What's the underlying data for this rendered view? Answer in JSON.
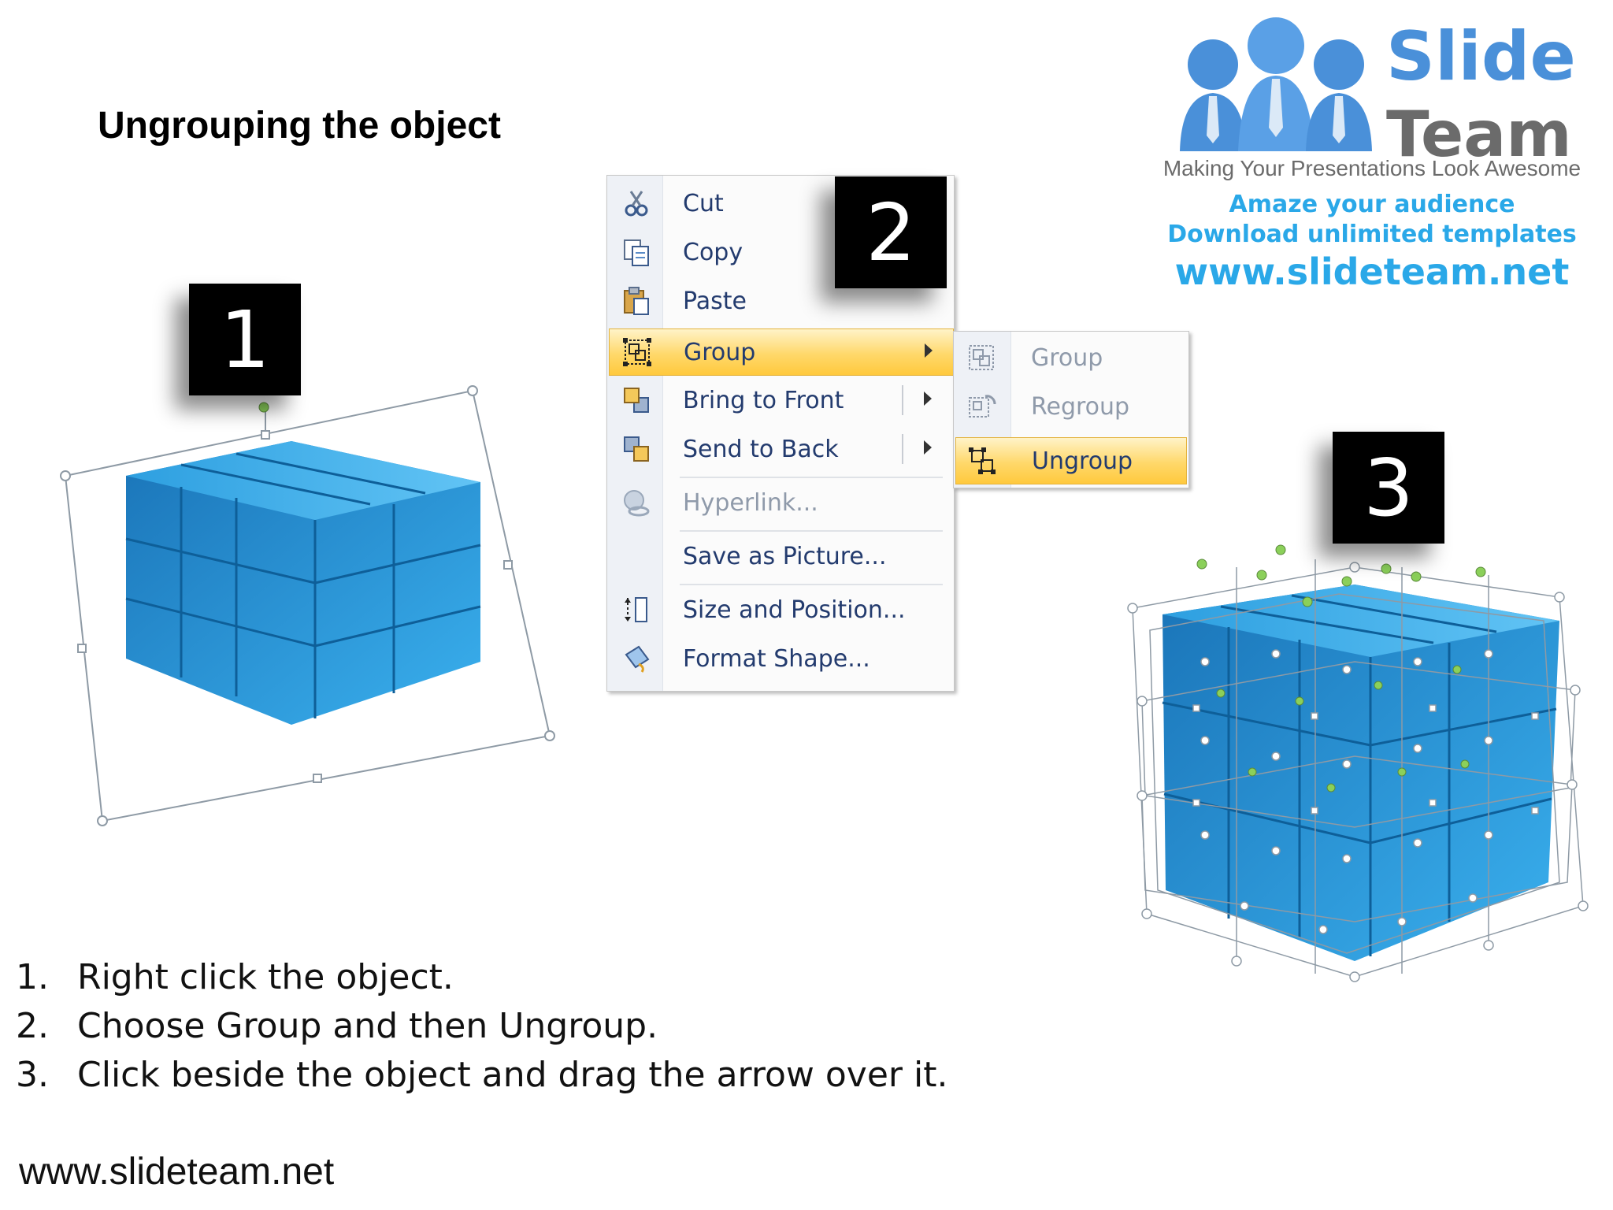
{
  "slide": {
    "title": "Ungrouping the object",
    "footer_url": "www.slideteam.net"
  },
  "badges": {
    "one": "1",
    "two": "2",
    "three": "3"
  },
  "context_menu": {
    "items": [
      {
        "label": "Cut",
        "icon": "scissors-icon"
      },
      {
        "label": "Copy",
        "icon": "copy-icon"
      },
      {
        "label": "Paste",
        "icon": "paste-icon"
      },
      {
        "label": "Group",
        "icon": "group-icon",
        "highlighted": true,
        "has_submenu": true
      },
      {
        "label": "Bring to Front",
        "icon": "bring-to-front-icon",
        "has_submenu": true
      },
      {
        "label": "Send to Back",
        "icon": "send-to-back-icon",
        "has_submenu": true
      },
      {
        "label": "Hyperlink...",
        "icon": "hyperlink-icon",
        "disabled": true
      },
      {
        "label": "Save as Picture...",
        "icon": ""
      },
      {
        "label": "Size and Position...",
        "icon": "size-position-icon"
      },
      {
        "label": "Format Shape...",
        "icon": "format-shape-icon"
      }
    ]
  },
  "submenu": {
    "items": [
      {
        "label": "Group",
        "icon": "group-icon",
        "disabled": true
      },
      {
        "label": "Regroup",
        "icon": "regroup-icon",
        "disabled": true
      },
      {
        "label": "Ungroup",
        "icon": "ungroup-icon",
        "highlighted": true
      }
    ]
  },
  "steps": [
    {
      "num": "1.",
      "text": "Right click the object."
    },
    {
      "num": "2.",
      "text": "Choose Group and then Ungroup."
    },
    {
      "num": "3.",
      "text": "Click beside the object and drag the arrow over it."
    }
  ],
  "logo": {
    "word1": "Slide",
    "word2": "Team",
    "tagline": "Making Your Presentations Look Awesome",
    "promo_line1": "Amaze your audience",
    "promo_line2": "Download unlimited templates",
    "promo_url": "www.slideteam.net"
  },
  "colors": {
    "cube_blue": "#1e8fd1",
    "menu_highlight": "#ffd86a",
    "logo_blue": "#4a90d9",
    "promo_blue": "#2aa8e8"
  }
}
